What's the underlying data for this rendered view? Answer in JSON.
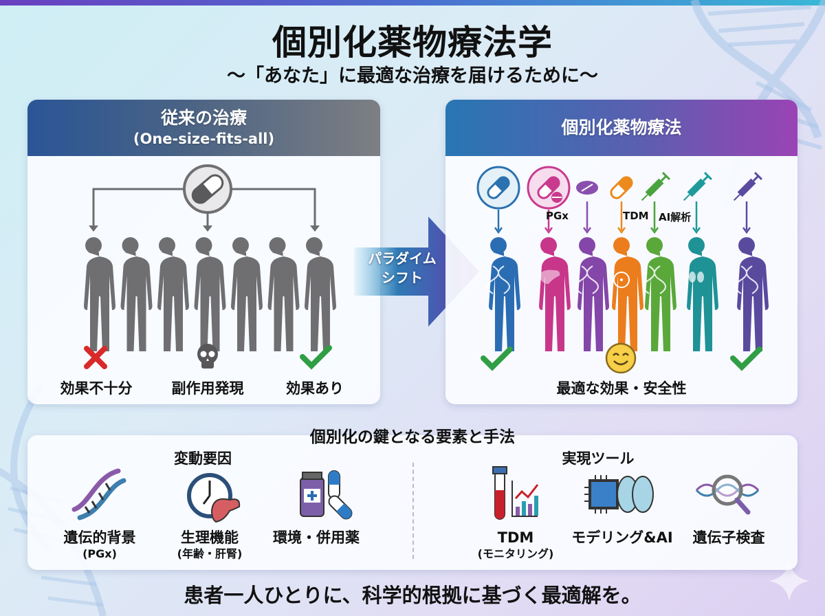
{
  "header": {
    "title": "個別化薬物療法学",
    "subtitle": "〜「あなた」に最適な治療を届けるために〜"
  },
  "left_panel": {
    "title": "従来の治療",
    "subtitle": "(One-size-fits-all)",
    "center_icon": "capsule-icon",
    "people_count": 7,
    "people_color": "#6f6f72",
    "outcomes": [
      {
        "icon": "cross-icon",
        "label": "効果不十分",
        "color": "#d82a2a"
      },
      {
        "icon": "skull-icon",
        "label": "副作用発現",
        "color": "#555555"
      },
      {
        "icon": "check-icon",
        "label": "効果あり",
        "color": "#2f9e44"
      }
    ]
  },
  "paradigm_shift": {
    "line1": "パラダイム",
    "line2": "シフト"
  },
  "right_panel": {
    "title": "個別化薬物療法",
    "drugs": [
      {
        "icon": "capsule-icon",
        "color": "#2b72b0",
        "circled": true
      },
      {
        "icon": "capsule-tablet-icon",
        "color": "#c93a8e",
        "circled": true
      },
      {
        "icon": "tablet-icon",
        "color": "#8a4fae"
      },
      {
        "icon": "capsule-icon",
        "color": "#ec8a1e"
      },
      {
        "icon": "syringe-icon",
        "color": "#4aa33f"
      },
      {
        "icon": "syringe-icon",
        "color": "#1f9a9a"
      },
      {
        "icon": "syringe-icon",
        "color": "#5a4aa0"
      }
    ],
    "method_labels": [
      "PGx",
      "TDM",
      "AI解析"
    ],
    "people": [
      {
        "color": "#2a6db3",
        "organ": "dna-icon"
      },
      {
        "color": "#c8368a",
        "organ": "liver-icon"
      },
      {
        "color": "#8446a8",
        "organ": "dna-icon"
      },
      {
        "color": "#ec7d1c",
        "organ": "stomach-icon"
      },
      {
        "color": "#5aa83a",
        "organ": "dna-icon"
      },
      {
        "color": "#1f9296",
        "organ": "kidney-icon"
      },
      {
        "color": "#5a4a9e",
        "organ": "dna-icon"
      }
    ],
    "outcome_icons": [
      "check-icon",
      "smile-icon",
      "check-icon"
    ],
    "outcome_label": "最適な効果・安全性"
  },
  "keys": {
    "title": "個別化の鍵となる要素と手法",
    "factors": {
      "title": "変動要因",
      "items": [
        {
          "icon": "dna-icon",
          "label": "遺伝的背景",
          "sub": "(PGx)"
        },
        {
          "icon": "clock-liver-icon",
          "label": "生理機能",
          "sub": "(年齢・肝腎)"
        },
        {
          "icon": "medicine-bottle-icon",
          "label": "環境・併用薬",
          "sub": ""
        }
      ]
    },
    "tools": {
      "title": "実現ツール",
      "items": [
        {
          "icon": "test-tube-chart-icon",
          "label": "TDM",
          "sub": "(モニタリング)"
        },
        {
          "icon": "chip-brain-icon",
          "label": "モデリング&AI",
          "sub": ""
        },
        {
          "icon": "magnifier-dna-icon",
          "label": "遺伝子検査",
          "sub": ""
        }
      ]
    }
  },
  "footer": {
    "text": "患者一人ひとりに、科学的根拠に基づく最適解を。"
  }
}
